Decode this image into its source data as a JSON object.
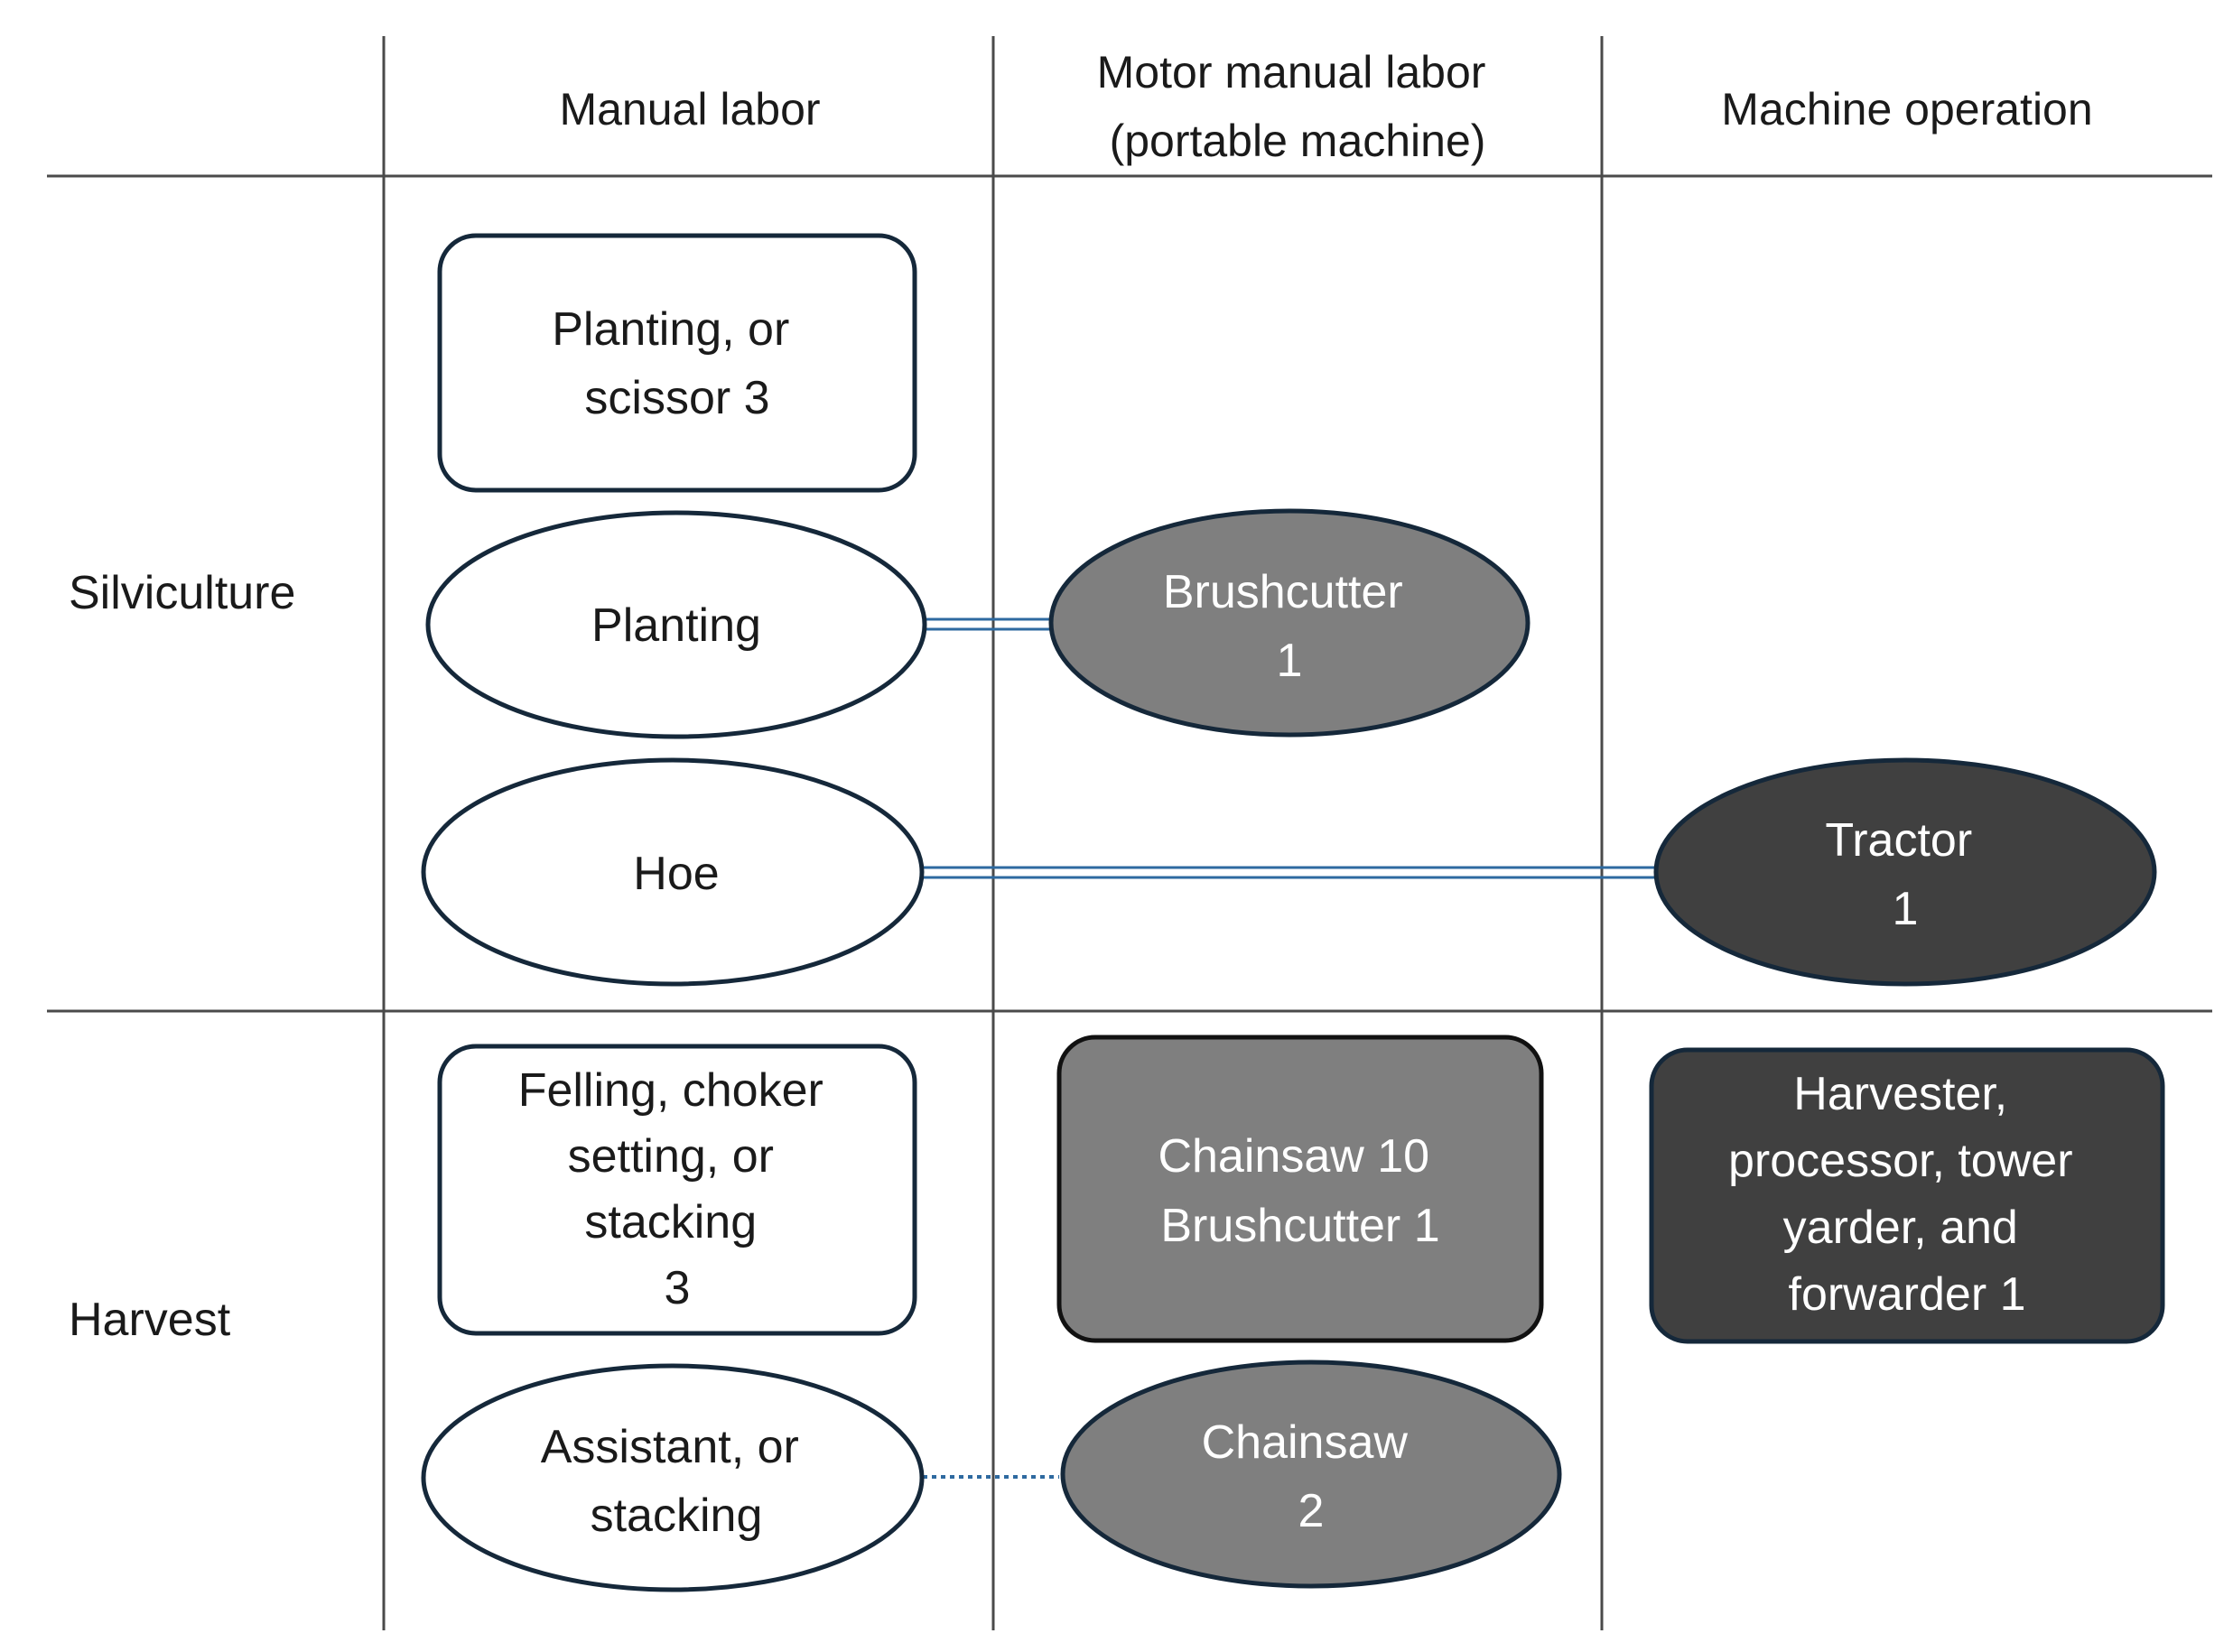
{
  "columns": [
    {
      "lines": [
        "Manual labor"
      ]
    },
    {
      "lines": [
        "Motor manual labor",
        "(portable machine)"
      ]
    },
    {
      "lines": [
        "Machine operation"
      ]
    }
  ],
  "rows": [
    {
      "label": "Silviculture"
    },
    {
      "label": "Harvest"
    }
  ],
  "colors": {
    "grid": "#4a4a4a",
    "node_stroke": "#15283a",
    "white_fill": "#ffffff",
    "gray_fill": "#7f7f7f",
    "dark_fill": "#404040",
    "connector": "#2e6aa0"
  },
  "nodes": {
    "planting_scissor": {
      "lines": [
        "Planting, or",
        "scissor 3"
      ],
      "shape": "rounded-rect",
      "fill": "white"
    },
    "planting": {
      "lines": [
        "Planting"
      ],
      "shape": "ellipse",
      "fill": "white"
    },
    "brushcutter": {
      "lines": [
        "Brushcutter",
        "1"
      ],
      "shape": "ellipse",
      "fill": "gray"
    },
    "hoe": {
      "lines": [
        "Hoe"
      ],
      "shape": "ellipse",
      "fill": "white"
    },
    "tractor": {
      "lines": [
        "Tractor",
        "1"
      ],
      "shape": "ellipse",
      "fill": "dark"
    },
    "felling": {
      "lines": [
        "Felling, choker",
        "setting, or",
        "stacking",
        "3"
      ],
      "shape": "rounded-rect",
      "fill": "white"
    },
    "chainsaw_brushcutter": {
      "lines": [
        "Chainsaw  10",
        "Brushcutter 1"
      ],
      "shape": "rounded-rect",
      "fill": "gray"
    },
    "harvester": {
      "lines": [
        "Harvester,",
        "processor, tower",
        "yarder, and",
        "forwarder 1"
      ],
      "shape": "rounded-rect",
      "fill": "dark"
    },
    "assistant": {
      "lines": [
        "Assistant, or",
        "stacking"
      ],
      "shape": "ellipse",
      "fill": "white"
    },
    "chainsaw2": {
      "lines": [
        "Chainsaw",
        "2"
      ],
      "shape": "ellipse",
      "fill": "gray"
    }
  },
  "connectors": [
    {
      "from": "Planting",
      "to": "Brushcutter",
      "style": "double"
    },
    {
      "from": "Hoe",
      "to": "Tractor",
      "style": "double"
    },
    {
      "from": "Assistant, or stacking",
      "to": "Chainsaw",
      "style": "dotted"
    }
  ]
}
